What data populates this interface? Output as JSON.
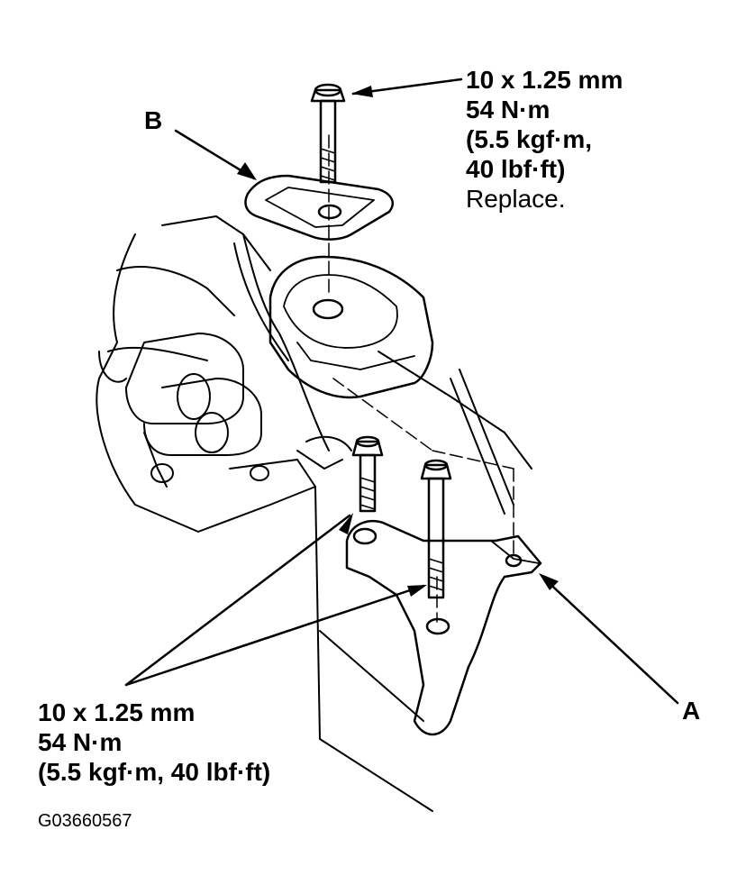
{
  "top_spec": {
    "size": "10 x 1.25 mm",
    "torque_nm": "54 N·m",
    "torque_kgf": "(5.5 kgf·m,",
    "torque_lbf": "40 lbf·ft)",
    "note": "Replace."
  },
  "bottom_spec": {
    "size": "10 x 1.25 mm",
    "torque_nm": "54 N·m",
    "torque_full": "(5.5 kgf·m, 40 lbf·ft)"
  },
  "callouts": {
    "a": "A",
    "b": "B"
  },
  "figure_code": "G03660567"
}
